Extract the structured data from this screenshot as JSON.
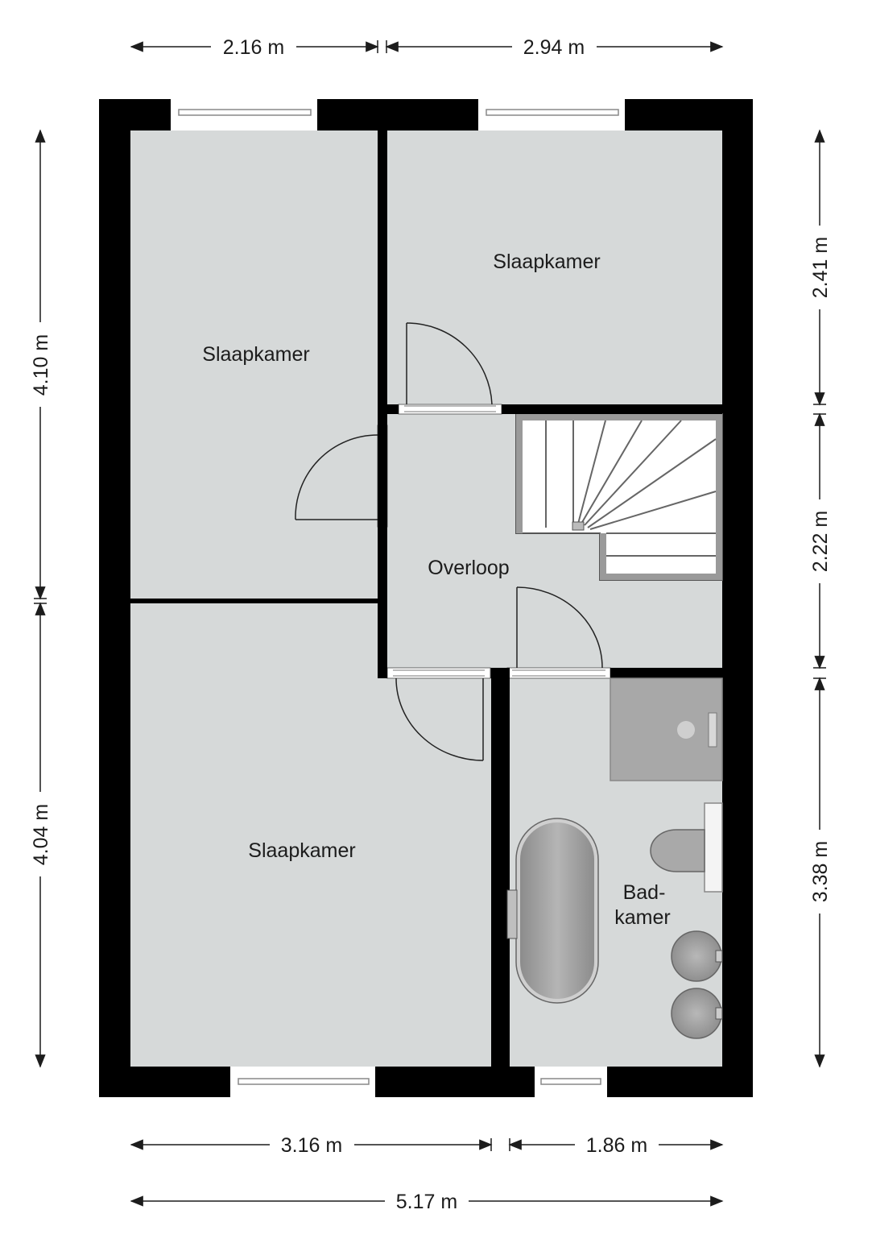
{
  "rooms": {
    "bedroom_top_left": "Slaapkamer",
    "bedroom_top_right": "Slaapkamer",
    "bedroom_bottom": "Slaapkamer",
    "landing": "Overloop",
    "bathroom_line1": "Bad-",
    "bathroom_line2": "kamer"
  },
  "dimensions": {
    "top_left": "2.16 m",
    "top_right": "2.94 m",
    "bottom_left": "3.16 m",
    "bottom_right": "1.86 m",
    "bottom_total": "5.17 m",
    "left_upper": "4.10 m",
    "left_lower": "4.04 m",
    "right_upper": "2.41 m",
    "right_middle": "2.22 m",
    "right_lower": "3.38 m"
  },
  "colors": {
    "wall": "#000000",
    "floor": "#d6d9d9",
    "fixture": "#a9a9a9",
    "dimension_line": "#1c1c1c"
  }
}
